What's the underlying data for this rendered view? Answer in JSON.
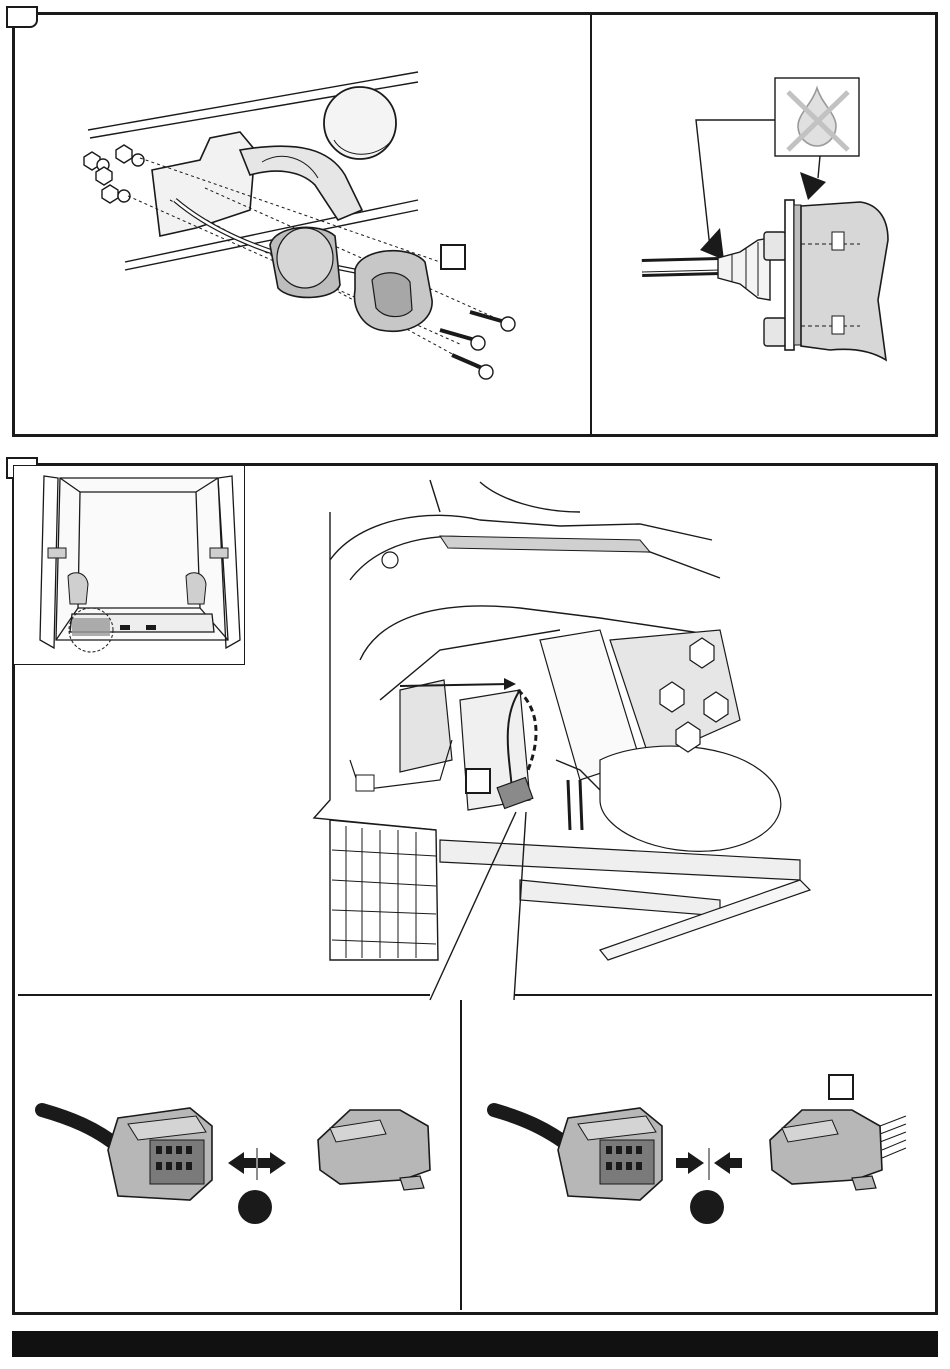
{
  "document": {
    "steps": [
      {
        "number": "",
        "panels": [
          "towbar-socket-assembly",
          "socket-seal-no-water"
        ]
      },
      {
        "number": "",
        "panels": [
          "rear-loading-area-overview",
          "wheel-arch-connector-routing",
          "connector-disconnect",
          "connector-connect"
        ]
      }
    ],
    "markers": [
      "",
      "",
      "",
      ""
    ],
    "footer": ""
  },
  "colors": {
    "ink": "#1a1a1a",
    "shade": "#bdbdbd",
    "light_shade": "#e2e2e2",
    "mid_shade": "#9a9a9a",
    "paper": "#ffffff"
  },
  "icons": [
    "water-drop-crossed-icon",
    "arrow-pointer-icon",
    "double-arrow-apart-icon",
    "double-arrow-together-icon",
    "filled-circle-icon"
  ]
}
